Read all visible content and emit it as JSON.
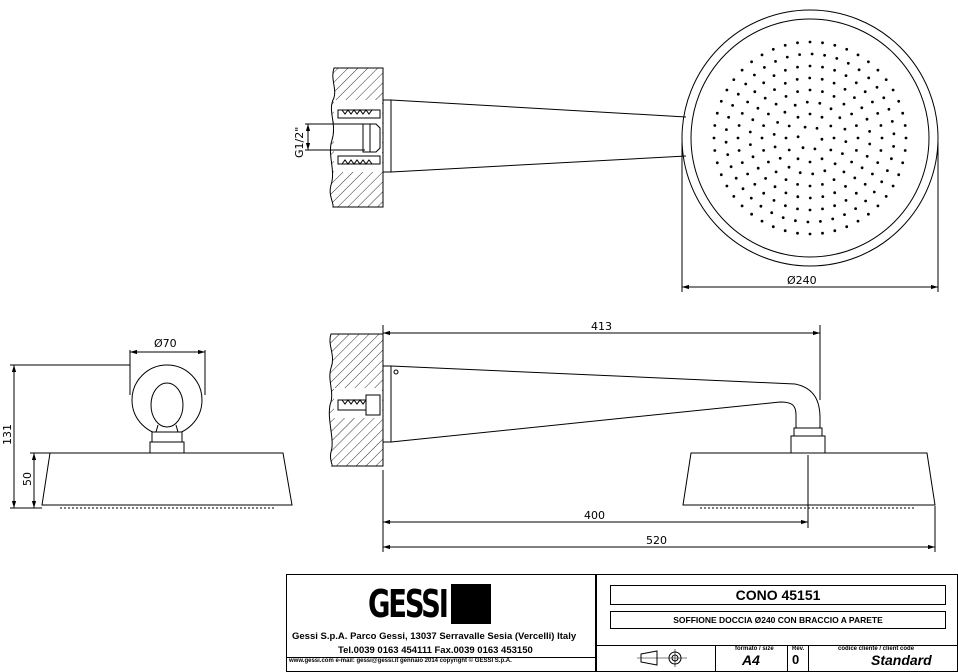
{
  "dimensions": {
    "head_diameter": "Ø240",
    "flange_diameter": "Ø70",
    "thread": "G1/2\"",
    "overall_height": "131",
    "head_height": "50",
    "arm_length": "413",
    "center_distance": "400",
    "total_projection": "520"
  },
  "title_block": {
    "logo": "GESSI",
    "company_line": "Gessi S.p.A. Parco Gessi, 13037 Serravalle Sesia (Vercelli) Italy",
    "contact_line": "Tel.0039 0163 454111 Fax.0039 0163 453150",
    "footer_line": "www.gessi.com e-mail: gessi@gessi.it gennaio 2014 copyright © GESSI S.p.A.",
    "product_code": "CONO 45151",
    "description": "SOFFIONE DOCCIA Ø240 CON BRACCIO A PARETE",
    "format_label": "formato / size",
    "format_value": "A4",
    "rev_label": "Rev.",
    "rev_value": "0",
    "client_code_label": "codice cliente / client code",
    "client_code_value": "Standard"
  }
}
